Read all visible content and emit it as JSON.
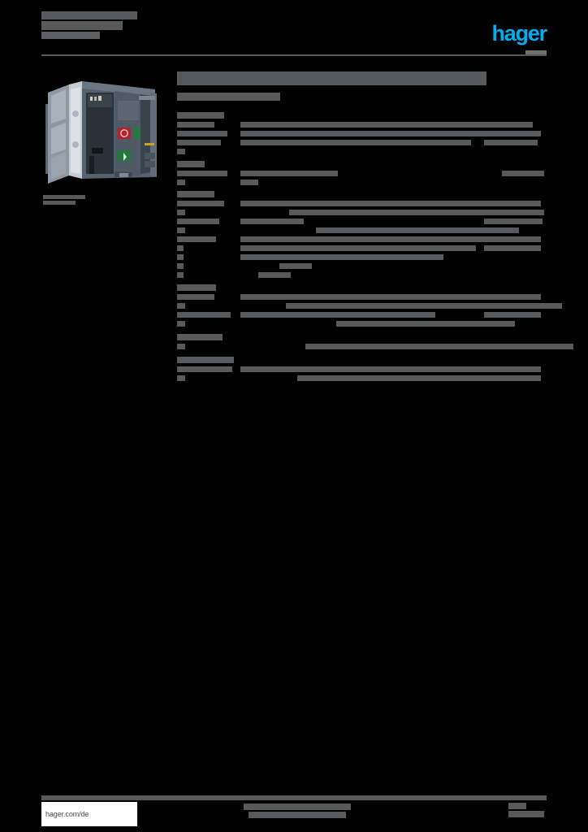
{
  "document": {
    "type": "product-datasheet",
    "brand": "hager",
    "brand_color": "#00aeef",
    "redaction_color": "#58595b",
    "page_background": "#000000",
    "redacted": true,
    "note_text_redacted": "All body text on this page is rendered as solid grey redaction blocks; only the hager wordmark and the footer URL remain legible."
  },
  "header": {
    "logo_text": "hager",
    "title_blocks": [
      {
        "width": 118,
        "top_caps": [
          4,
          18,
          40,
          56,
          72,
          86,
          104
        ]
      },
      {
        "width": 100
      },
      {
        "width": 72
      }
    ]
  },
  "product": {
    "image_alt": "air circuit breaker front view",
    "caption_blocks": [
      {
        "width": 52
      },
      {
        "width": 40
      }
    ]
  },
  "main": {
    "title_block_width": 381,
    "subtitle_block_width": 127,
    "sections": [
      {
        "group_label_width": 58,
        "rows": [
          {
            "label_w": 46,
            "desc_w": 300,
            "val_w": 0,
            "indent": 0
          },
          {
            "label_w": 62,
            "desc_w": 300,
            "val_w": 0,
            "indent": 0
          },
          {
            "label_w": 54,
            "desc_w": 284,
            "val_w": 0,
            "indent": 0
          },
          {
            "label_w": 10,
            "desc_w": 268,
            "val_w": 0,
            "indent": 22
          }
        ]
      },
      {
        "group_label_width": 34,
        "rows": [
          {
            "label_w": 62,
            "desc_w": 120,
            "val_w": 52,
            "indent": 0
          },
          {
            "label_w": 10,
            "desc_w": 22,
            "val_w": 0,
            "indent": 0
          }
        ]
      },
      {
        "group_label_width": 46,
        "rows": [
          {
            "label_w": 58,
            "desc_w": 300,
            "val_w": 0,
            "indent": 0
          },
          {
            "label_w": 10,
            "desc_w": 390,
            "val_w": 0,
            "indent": 60
          },
          {
            "label_w": 52,
            "desc_w": 78,
            "val_w": 0,
            "indent": 0
          },
          {
            "label_w": 10,
            "desc_w": 340,
            "val_w": 0,
            "indent": 93
          },
          {
            "label_w": 48,
            "desc_w": 300,
            "val_w": 0,
            "indent": 0
          },
          {
            "label_w": 8,
            "desc_w": 0,
            "val_w": 0,
            "indent": 0
          },
          {
            "label_w": 8,
            "desc_w": 0,
            "val_w": 95,
            "indent": 0
          },
          {
            "label_w": 8,
            "desc_w": 350,
            "val_w": 0,
            "indent": 48
          },
          {
            "label_w": 8,
            "desc_w": 400,
            "val_w": 0,
            "indent": 22
          }
        ]
      },
      {
        "group_label_width": 48,
        "rows": [
          {
            "label_w": 46,
            "desc_w": 300,
            "val_w": 0,
            "indent": 0
          },
          {
            "label_w": 10,
            "desc_w": 406,
            "val_w": 0,
            "indent": 56
          },
          {
            "label_w": 66,
            "desc_w": 240,
            "val_w": 0,
            "indent": 0
          },
          {
            "label_w": 10,
            "desc_w": 316,
            "val_w": 0,
            "indent": 118
          }
        ]
      },
      {
        "group_label_width": 56,
        "rows": [
          {
            "label_w": 10,
            "desc_w": 342,
            "val_w": 0,
            "indent": 80
          }
        ]
      },
      {
        "group_label_width": 70,
        "rows": [
          {
            "label_w": 68,
            "desc_w": 300,
            "val_w": 0,
            "indent": 0
          },
          {
            "label_w": 10,
            "desc_w": 364,
            "val_w": 0,
            "indent": 70
          }
        ]
      }
    ]
  },
  "footer": {
    "url": "hager.com/de",
    "center_blocks": [
      {
        "width": 132
      },
      {
        "width": 120
      }
    ],
    "right_blocks": [
      {
        "width": 22
      },
      {
        "width": 44
      }
    ]
  }
}
